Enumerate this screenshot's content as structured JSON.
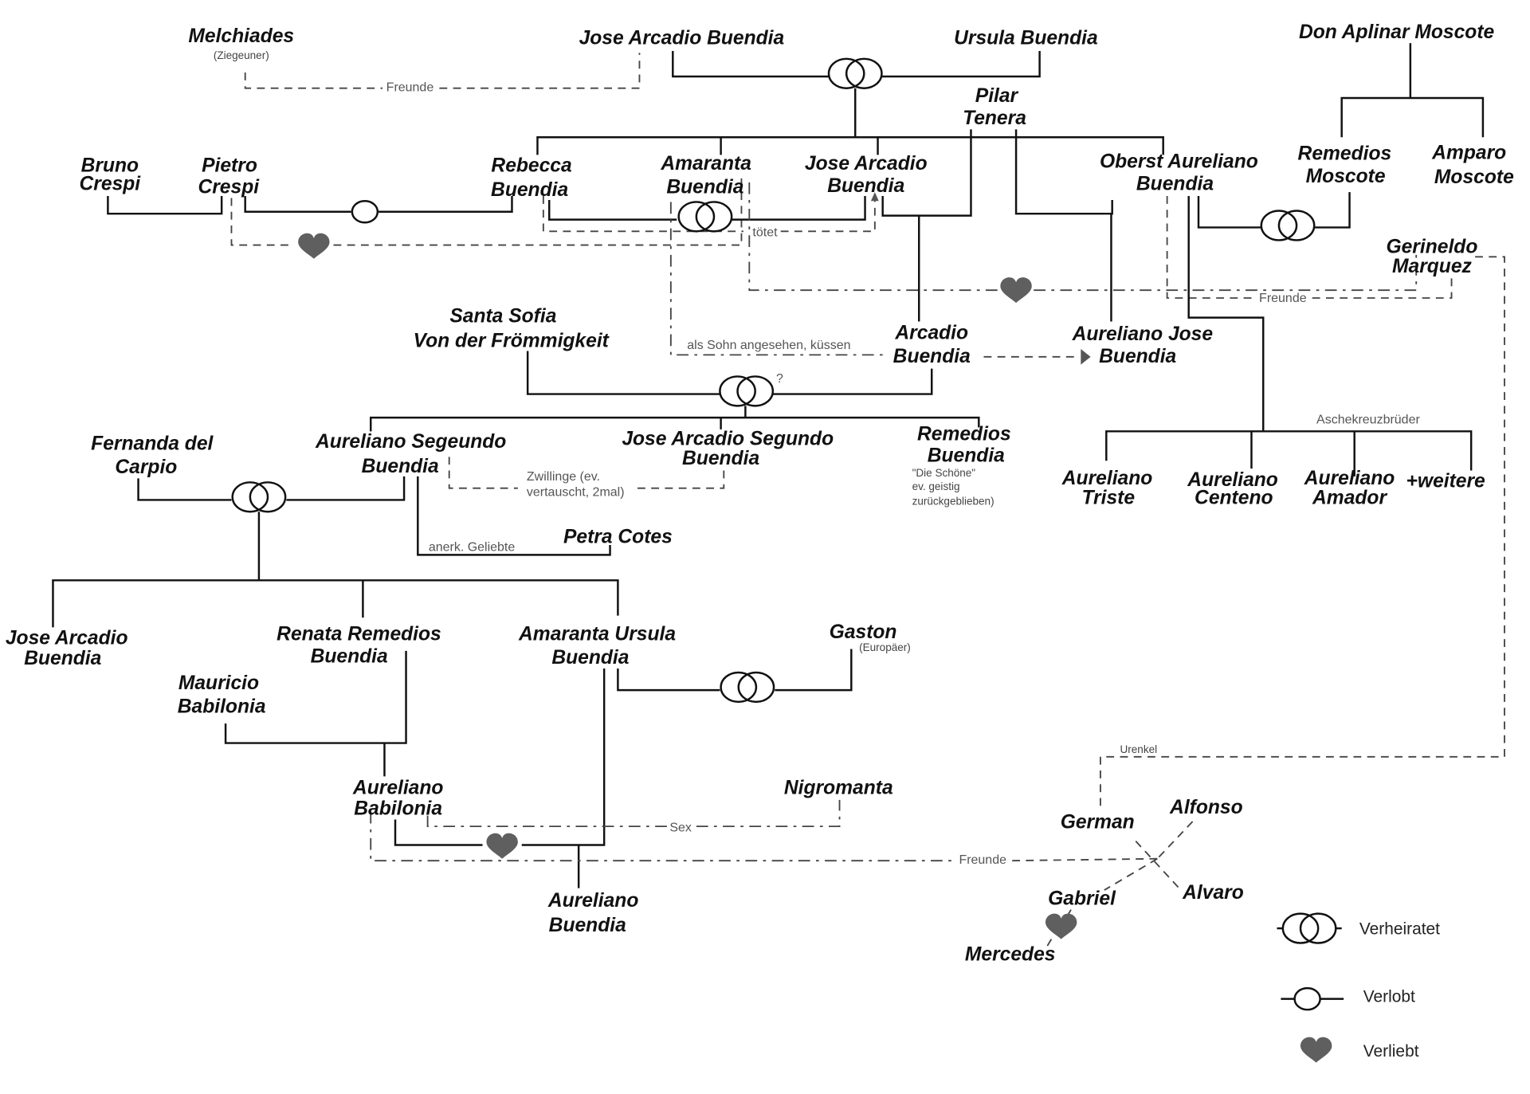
{
  "title": "Hundert Jahre Einsamkeit – Stammbaum der Familie Buendia",
  "people": {
    "melchiades": {
      "name": "Melchiades",
      "note": "(Ziegeuner)"
    },
    "jose_arcadio_buendia": {
      "name": "Jose Arcadio Buendia"
    },
    "ursula": {
      "name": "Ursula Buendia"
    },
    "don_aplinar": {
      "name": "Don Aplinar Moscote"
    },
    "pilar": {
      "line1": "Pilar",
      "line2": "Tenera"
    },
    "bruno": {
      "line1": "Bruno",
      "line2": "Crespi"
    },
    "pietro": {
      "line1": "Pietro",
      "line2": "Crespi"
    },
    "rebecca": {
      "line1": "Rebecca",
      "line2": "Buendia"
    },
    "amaranta": {
      "line1": "Amaranta",
      "line2": "Buendia"
    },
    "jose_arcadio": {
      "line1": "Jose Arcadio",
      "line2": "Buendia"
    },
    "oberst": {
      "line1": "Oberst Aureliano",
      "line2": "Buendia"
    },
    "remedios_moscote": {
      "line1": "Remedios",
      "line2": "Moscote"
    },
    "amparo": {
      "line1": "Amparo",
      "line2": "Moscote"
    },
    "gerineldo": {
      "line1": "Gerineldo",
      "line2": "Marquez"
    },
    "santa_sofia": {
      "line1": "Santa Sofia",
      "line2": "Von der Frömmigkeit"
    },
    "arcadio": {
      "line1": "Arcadio",
      "line2": "Buendia"
    },
    "aureliano_jose": {
      "line1": "Aureliano Jose",
      "line2": "Buendia"
    },
    "fernanda": {
      "line1": "Fernanda del",
      "line2": "Carpio"
    },
    "aureliano_segeundo": {
      "line1": "Aureliano Segeundo",
      "line2": "Buendia"
    },
    "jose_arcadio_segundo": {
      "line1": "Jose Arcadio Segundo",
      "line2": "Buendia"
    },
    "remedios_buendia": {
      "line1": "Remedios",
      "line2": "Buendia",
      "note1": "\"Die Schöne\"",
      "note2": "ev. geistig",
      "note3": "zurückgeblieben)"
    },
    "petra": {
      "name": "Petra Cotes"
    },
    "triste": {
      "line1": "Aureliano",
      "line2": "Triste"
    },
    "centeno": {
      "line1": "Aureliano",
      "line2": "Centeno"
    },
    "amador": {
      "line1": "Aureliano",
      "line2": "Amador"
    },
    "weitere": {
      "name": "+weitere"
    },
    "jose_arcadio_3": {
      "line1": "Jose Arcadio",
      "line2": "Buendia"
    },
    "renata": {
      "line1": "Renata Remedios",
      "line2": "Buendia"
    },
    "amaranta_ursula": {
      "line1": "Amaranta Ursula",
      "line2": "Buendia"
    },
    "gaston": {
      "name": "Gaston",
      "note": "(Europäer)"
    },
    "mauricio": {
      "line1": "Mauricio",
      "line2": "Babilonia"
    },
    "aureliano_babilonia": {
      "line1": "Aureliano",
      "line2": "Babilonia"
    },
    "nigromanta": {
      "name": "Nigromanta"
    },
    "aureliano_buendia_last": {
      "line1": "Aureliano",
      "line2": "Buendia"
    },
    "german": {
      "name": "German"
    },
    "alfonso": {
      "name": "Alfonso"
    },
    "alvaro": {
      "name": "Alvaro"
    },
    "gabriel": {
      "name": "Gabriel"
    },
    "mercedes": {
      "name": "Mercedes"
    }
  },
  "relations": {
    "freunde": "Freunde",
    "toetet": "tötet",
    "als_sohn": "als Sohn angesehen, küssen",
    "question": "?",
    "zwillinge1": "Zwillinge (ev.",
    "zwillinge2": "vertauscht, 2mal)",
    "geliebte": "anerk. Geliebte",
    "aschekreuz": "Aschekreuzbrüder",
    "sex": "Sex",
    "urenkel": "Urenkel"
  },
  "legend": [
    {
      "symbol": "married-rings-icon",
      "label": "Verheiratet"
    },
    {
      "symbol": "engaged-ring-icon",
      "label": "Verlobt"
    },
    {
      "symbol": "heart-icon",
      "label": "Verliebt"
    }
  ],
  "colors": {
    "line": "#111111",
    "dashed": "#444444",
    "heart": "#5f5f5f",
    "background": "#ffffff"
  }
}
